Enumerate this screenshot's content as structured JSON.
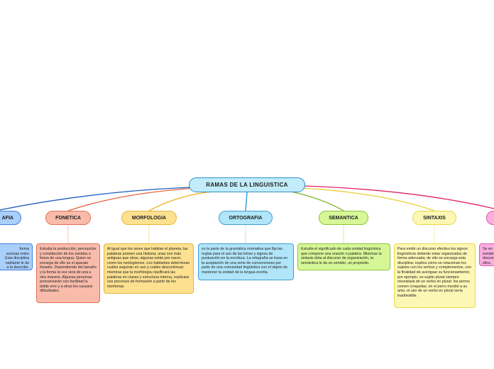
{
  "root": {
    "title": "RAMAS DE LA LINGUISTICA"
  },
  "branches": [
    {
      "id": "fonologia",
      "label": "AFIA",
      "bg": "#a9cffb",
      "border": "#3d7fd6",
      "line": "#1f5fbf",
      "text": "forma\nacionan entre\nEsta disciplina\nnablante le da\na la describe."
    },
    {
      "id": "fonetica",
      "label": "FONETICA",
      "bg": "#f9bcab",
      "border": "#e0705a",
      "line": "#e8623e",
      "text": "Estudia la producción, percepción y constitución de los sonidos o fonos de una lengua. Quien se encarga de ello es el aparato fonador. Dependiendo del tamaño y la forma la voz será de una u otra manera. Algunas personas pronunciarán con facilidad la doble erre y a otras les causará dificultades."
    },
    {
      "id": "morfologia",
      "label": "MORFOLOGIA",
      "bg": "#fde191",
      "border": "#e3b83a",
      "line": "#f0b21e",
      "text": "Al igual que los seres que habitan el planeta, las palabras poseen una historia; unas son más antiguas que otras; algunas están por nacer, como los neologismos. Los hablantes determinan cuáles seguirán en uso y cuáles descontinuar; mientras que la morfología clasificará las palabras en clases y estructura interna, explicará sus procesos de formación a partir de los morfemas"
    },
    {
      "id": "ortografia",
      "label": "ORTOGRAFIA",
      "bg": "#b1e5f9",
      "border": "#3f9fd1",
      "line": "#1f8fd0",
      "text": "es la parte de la gramática normativa que fija las reglas para el uso de las letras y signos de puntuación en la escritura. La ortografía se basa en la aceptación de una serie de convenciones por parte de una comunidad lingüística con el objeto de mantener la unidad de la lengua escrita."
    },
    {
      "id": "semantica",
      "label": "SEMANTICA",
      "bg": "#d6f797",
      "border": "#8cc43a",
      "line": "#7fb32a",
      "text": "Estudia el significado de cada unidad lingüística que compone una oración o palabra. Mientras la sintaxis dota al discurso de organización, la semántica le da un sentido, un propósito."
    },
    {
      "id": "sintaxis",
      "label": "SINTAXIS",
      "bg": "#fdf7b5",
      "border": "#e8d84a",
      "line": "#e8cf2a",
      "text": "Para emitir un discurso efectivo los signos lingüísticos deberán estar organizados de forma adecuada; de ello se encarga esta disciplina; explica cómo se relacionan los sujetos con los verbos y complementos, con la finalidad de averiguar su funcionamiento; por ejemplo, un sujeto plural siempre necesitará de un verbo en plural: los perros comen croquetas; en el perro mordió a su amo, el uso de un verbo en plural sería inadmisible."
    },
    {
      "id": "pragmatica",
      "label": "",
      "bg": "#f9aee0",
      "border": "#e05aa8",
      "line": "#e0206a",
      "text": "Se en\nsonido\ndescon\nellos."
    }
  ]
}
